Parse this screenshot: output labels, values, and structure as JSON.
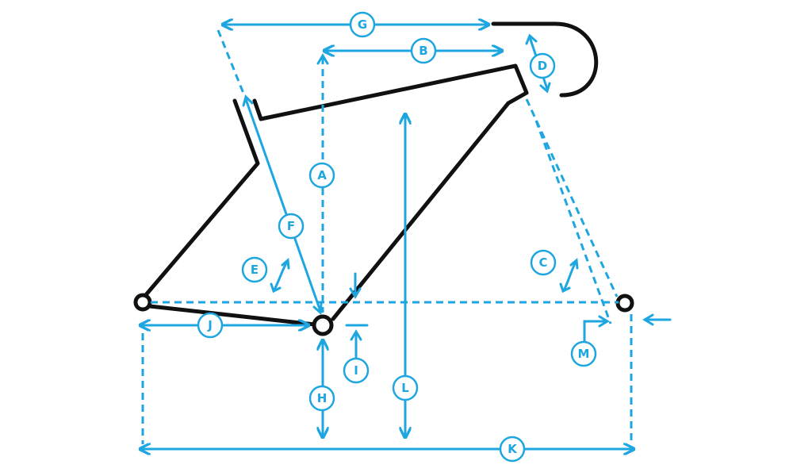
{
  "colors": {
    "frame": "#111111",
    "dimension": "#1ea6e0",
    "background": "#ffffff"
  },
  "labels": {
    "A": "A",
    "B": "B",
    "C": "C",
    "D": "D",
    "E": "E",
    "F": "F",
    "G": "G",
    "H": "H",
    "I": "I",
    "J": "J",
    "K": "K",
    "L": "L",
    "M": "M"
  }
}
